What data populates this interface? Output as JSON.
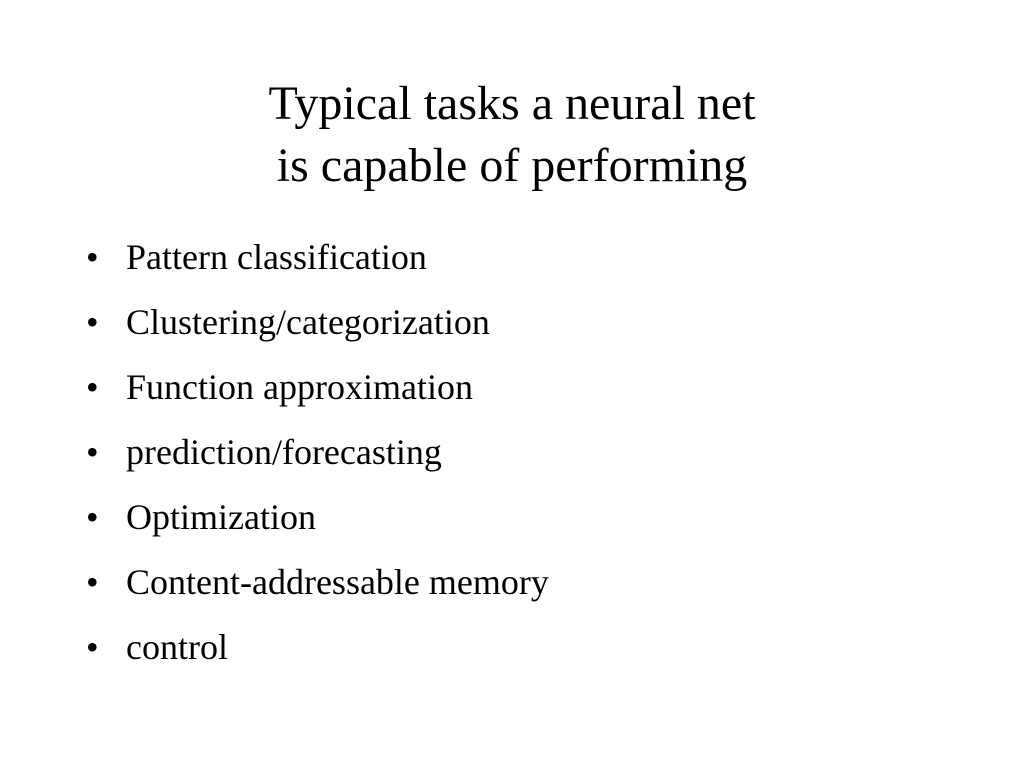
{
  "slide": {
    "title_lines": [
      "Typical tasks a neural net",
      "is capable of performing"
    ],
    "bullet_symbol": "•",
    "bullets": [
      "Pattern classification",
      "Clustering/categorization",
      "Function approximation",
      "prediction/forecasting",
      "Optimization",
      "Content-addressable memory",
      "control"
    ]
  }
}
